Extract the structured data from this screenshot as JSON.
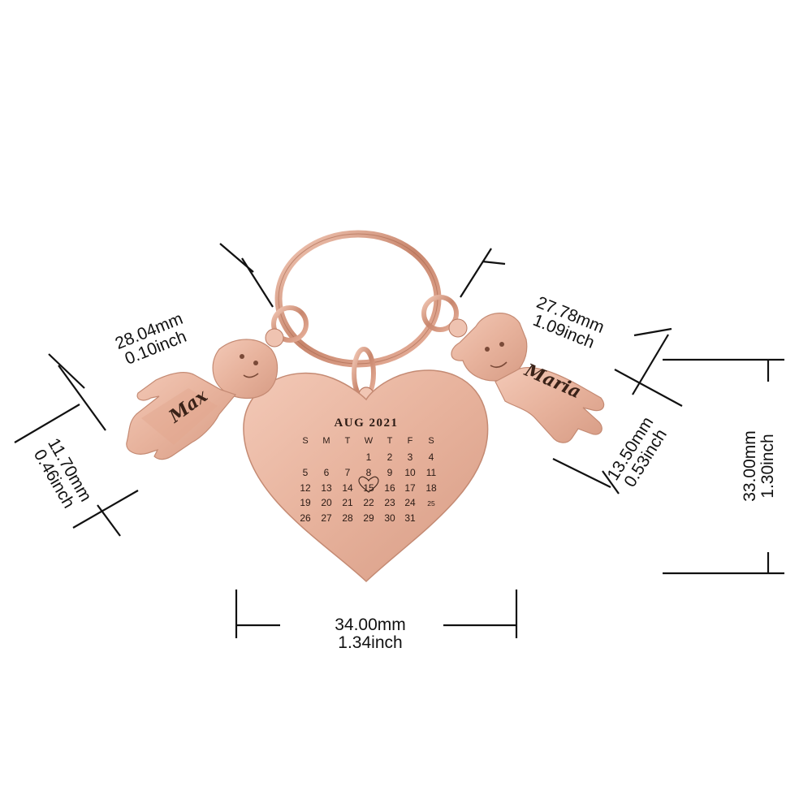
{
  "calendar": {
    "title": "AUG 2021",
    "weekdays": [
      "S",
      "M",
      "T",
      "W",
      "T",
      "F",
      "S"
    ],
    "weeks": [
      [
        "",
        "",
        "",
        "",
        "1",
        "2",
        "3",
        "4"
      ],
      [
        "5",
        "6",
        "7",
        "8",
        "9",
        "10",
        "11"
      ],
      [
        "12",
        "13",
        "14",
        "15",
        "16",
        "17",
        "18"
      ],
      [
        "19",
        "20",
        "21",
        "22",
        "23",
        "24",
        "25"
      ],
      [
        "26",
        "27",
        "28",
        "29",
        "30",
        "31",
        ""
      ]
    ],
    "highlighted_day": "15"
  },
  "charms": {
    "left_name": "Max",
    "right_name": "Maria"
  },
  "dimensions": {
    "left_charm_width_mm": "28.04mm",
    "left_charm_width_in": "0.10inch",
    "left_charm_height_mm": "11.70mm",
    "left_charm_height_in": "0.46inch",
    "right_charm_width_mm": "27.78mm",
    "right_charm_width_in": "1.09inch",
    "right_charm_height_mm": "13.50mm",
    "right_charm_height_in": "0.53inch",
    "heart_width_mm": "34.00mm",
    "heart_width_in": "1.34inch",
    "heart_height_mm": "33.00mm",
    "heart_height_in": "1.30inch"
  },
  "colors": {
    "rose_gold": "#e7b29c",
    "rose_gold_dark": "#b97a63",
    "rose_gold_light": "#f6d3c4",
    "ink": "#111111"
  }
}
